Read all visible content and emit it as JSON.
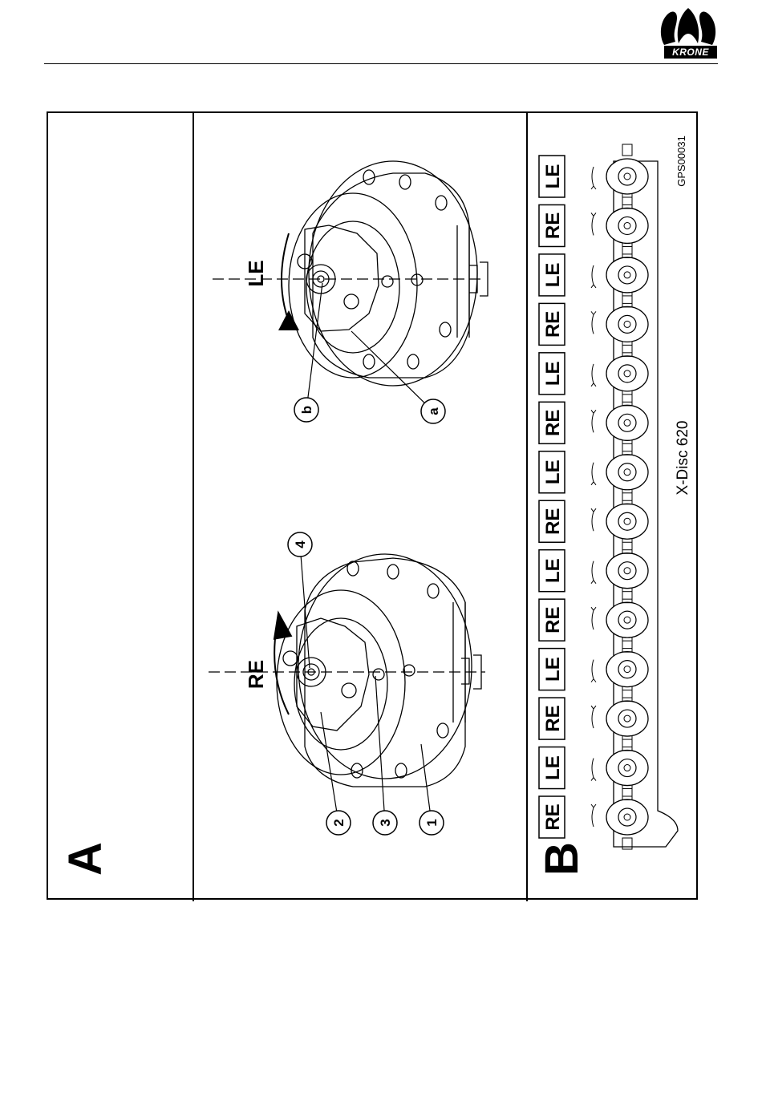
{
  "brand": {
    "name": "KRONE"
  },
  "figure": {
    "panel_a_letter": "A",
    "panel_b_letter": "B",
    "drawing_id": "GPS00031",
    "model_label": "X-Disc 620",
    "hub_right": {
      "direction_label": "RE",
      "callouts": [
        "1",
        "2",
        "3",
        "4"
      ]
    },
    "hub_left": {
      "direction_label": "LE",
      "callouts": [
        "a",
        "b"
      ]
    },
    "disc_rotation_labels": [
      "RE",
      "LE",
      "RE",
      "LE",
      "RE",
      "LE",
      "RE",
      "LE",
      "RE",
      "LE",
      "RE",
      "LE",
      "RE",
      "LE"
    ]
  }
}
